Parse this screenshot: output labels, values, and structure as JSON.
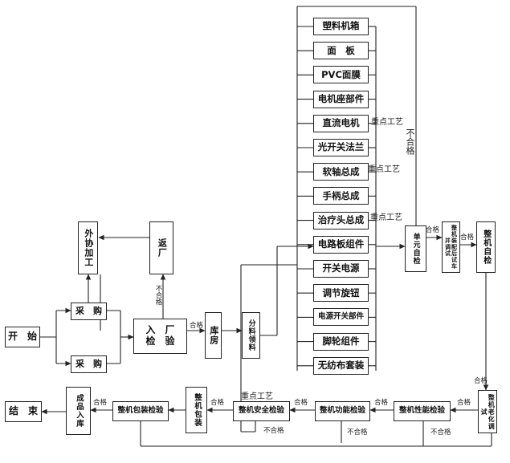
{
  "nodes": {
    "start": "开　始",
    "purchase1": "采　购",
    "purchase2": "采　购",
    "outsource": "外协加工",
    "return": "返厂",
    "incoming": "入　厂\n检　验",
    "warehouse": "库房",
    "distribute": "分料领料",
    "unit_inspect": "单元自检",
    "assembly_test": "整机装配后试车并调试",
    "self_check": "整机自检",
    "aging": "整机老化调试",
    "perf_test": "整机性能检验",
    "func_test": "整机功能检验",
    "safety_test": "整机安全检验",
    "packing": "整机包装",
    "pack_test": "整机包装检验",
    "stock_in": "成品入库",
    "end": "结　束"
  },
  "components": [
    "塑料机箱",
    "面　板",
    "PVC面膜",
    "电机座部件",
    "直流电机",
    "光开关法兰",
    "软轴总成",
    "手柄总成",
    "治疗头总成",
    "电路板组件",
    "开关电源",
    "调节旋钮",
    "电源开关部件",
    "脚轮组件",
    "无纺布套装"
  ],
  "labels": {
    "pass": "合格",
    "fail": "不合格",
    "key_process": "重点工艺"
  }
}
